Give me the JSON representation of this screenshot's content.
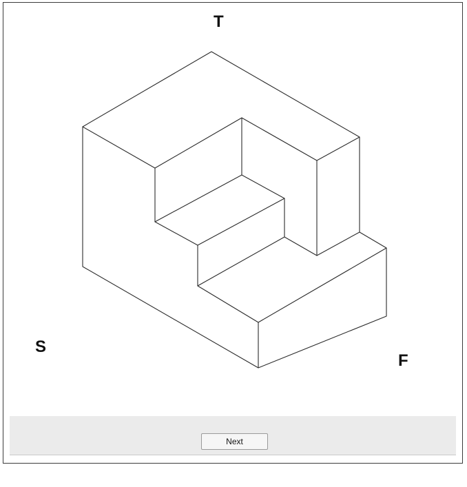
{
  "view_labels": {
    "top": "T",
    "side": "S",
    "front": "F"
  },
  "footer": {
    "next_label": "Next"
  }
}
